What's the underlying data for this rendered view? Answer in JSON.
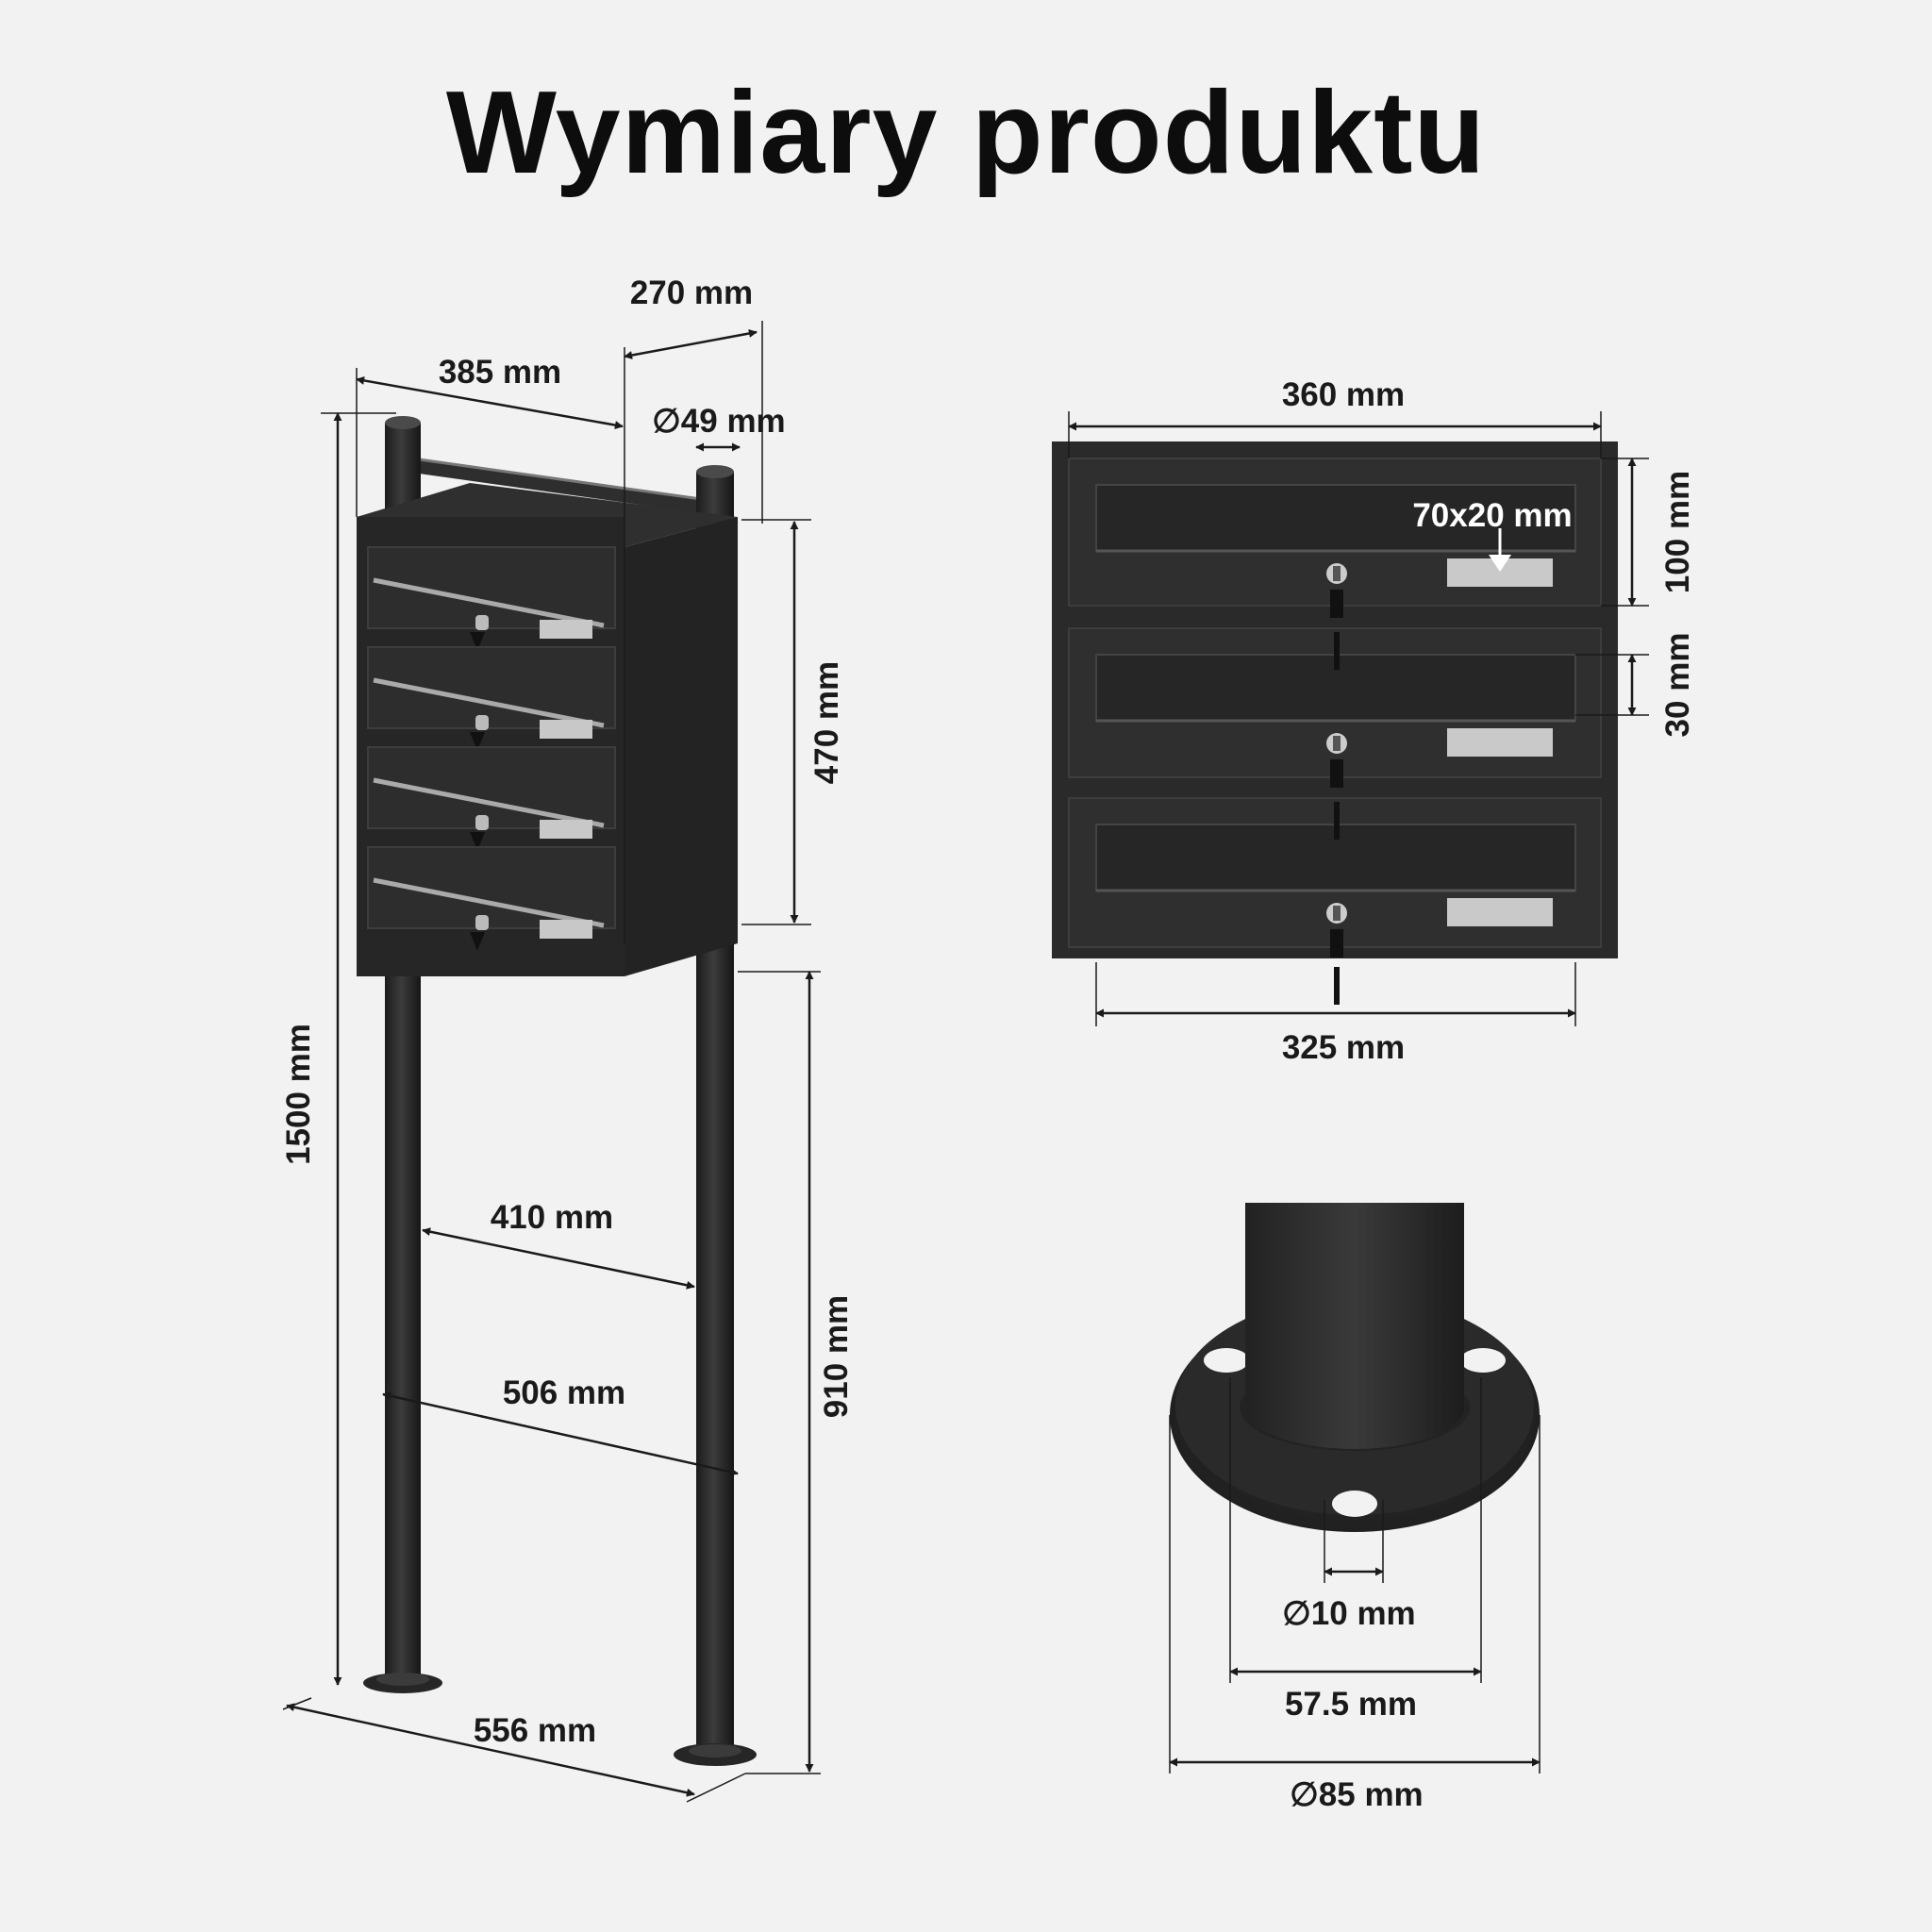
{
  "title": "Wymiary produktu",
  "dimensions": {
    "depth": "270 mm",
    "width_box": "385 mm",
    "post_diameter": "∅49 mm",
    "box_height": "470 mm",
    "total_height": "1500 mm",
    "ground_clearance": "910 mm",
    "post_spacing_inner": "410 mm",
    "post_spacing_outer": "506 mm",
    "base_width": "556 mm",
    "front_width": "360 mm",
    "front_inner_width": "325 mm",
    "compartment_height": "100 mm",
    "slot_height": "30 mm",
    "name_plate": "70x20 mm",
    "hole_diameter": "∅10 mm",
    "hole_spacing": "57.5 mm",
    "base_plate_diameter": "∅85 mm"
  },
  "colors": {
    "product": "#2b2b2b",
    "background": "#f2f2f2",
    "text": "#1a1a1a"
  }
}
